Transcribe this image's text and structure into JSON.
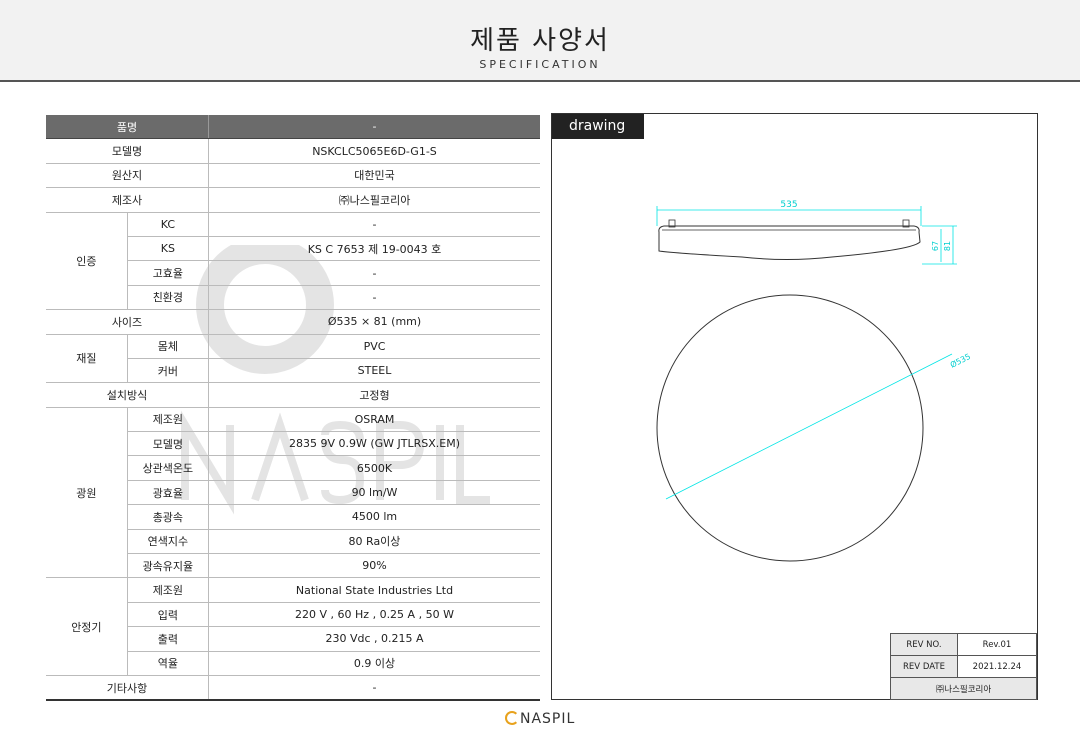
{
  "header": {
    "title": "제품 사양서",
    "subtitle": "SPECIFICATION"
  },
  "spec": {
    "header_label": "품명",
    "header_value": "-",
    "rows": {
      "model_label": "모델명",
      "model_value": "NSKCLC5065E6D-G1-S",
      "origin_label": "원산지",
      "origin_value": "대한민국",
      "maker_label": "제조사",
      "maker_value": "㈜나스필코리아",
      "cert_group": "인증",
      "kc_label": "KC",
      "kc_value": "-",
      "ks_label": "KS",
      "ks_value": "KS C 7653 제 19-0043 호",
      "eff_label": "고효율",
      "eff_value": "-",
      "eco_label": "친환경",
      "eco_value": "-",
      "size_label": "사이즈",
      "size_value": "Ø535 × 81 (mm)",
      "mat_group": "재질",
      "body_label": "몸체",
      "body_value": "PVC",
      "cover_label": "커버",
      "cover_value": "STEEL",
      "install_label": "설치방식",
      "install_value": "고정형",
      "light_group": "광원",
      "lmaker_label": "제조원",
      "lmaker_value": "OSRAM",
      "lmodel_label": "모델명",
      "lmodel_value": "2835 9V 0.9W (GW JTLRSX.EM)",
      "cct_label": "상관색온도",
      "cct_value": "6500K",
      "efficacy_label": "광효율",
      "efficacy_value": "90 lm/W",
      "flux_label": "총광속",
      "flux_value": "4500 lm",
      "cri_label": "연색지수",
      "cri_value": "80 Ra이상",
      "maint_label": "광속유지율",
      "maint_value": "90%",
      "ballast_group": "안정기",
      "bmaker_label": "제조원",
      "bmaker_value": "National State Industries Ltd",
      "input_label": "입력",
      "input_value": "220 V , 60 Hz , 0.25 A , 50 W",
      "output_label": "출력",
      "output_value": "230 Vdc  , 0.215 A",
      "pf_label": "역율",
      "pf_value": "0.9 이상",
      "etc_label": "기타사항",
      "etc_value": "-"
    }
  },
  "drawing": {
    "tab_label": "drawing",
    "dim_width": "535",
    "dim_h1": "67",
    "dim_h2": "81",
    "dim_diameter": "Ø535",
    "line_color": "#00ffff"
  },
  "revision": {
    "rev_no_label": "REV NO.",
    "rev_no_value": "Rev.01",
    "rev_date_label": "REV DATE",
    "rev_date_value": "2021.12.24",
    "company": "㈜나스필코리아"
  },
  "footer": {
    "logo_text": "NASPIL",
    "logo_color": "#e8a21c"
  }
}
